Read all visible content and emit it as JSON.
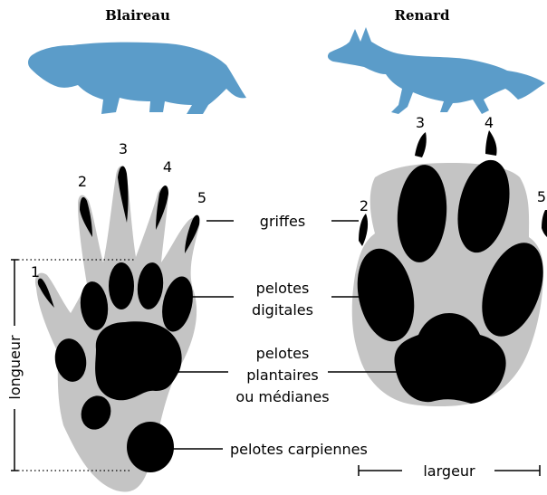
{
  "titles": {
    "left": "Blaireau",
    "right": "Renard"
  },
  "badger_digits": [
    "1",
    "2",
    "3",
    "4",
    "5"
  ],
  "fox_digits": [
    "2",
    "3",
    "4",
    "5"
  ],
  "labels": {
    "griffes": "griffes",
    "pelotes_digitales": [
      "pelotes",
      "digitales"
    ],
    "pelotes_plantaires": [
      "pelotes",
      "plantaires",
      "ou médianes"
    ],
    "pelotes_carpiennes": "pelotes carpiennes",
    "longueur": "longueur",
    "largeur": "largeur"
  },
  "colors": {
    "animal": "#5b9cc9",
    "paw": "#c4c4c4",
    "pad": "#000000"
  }
}
